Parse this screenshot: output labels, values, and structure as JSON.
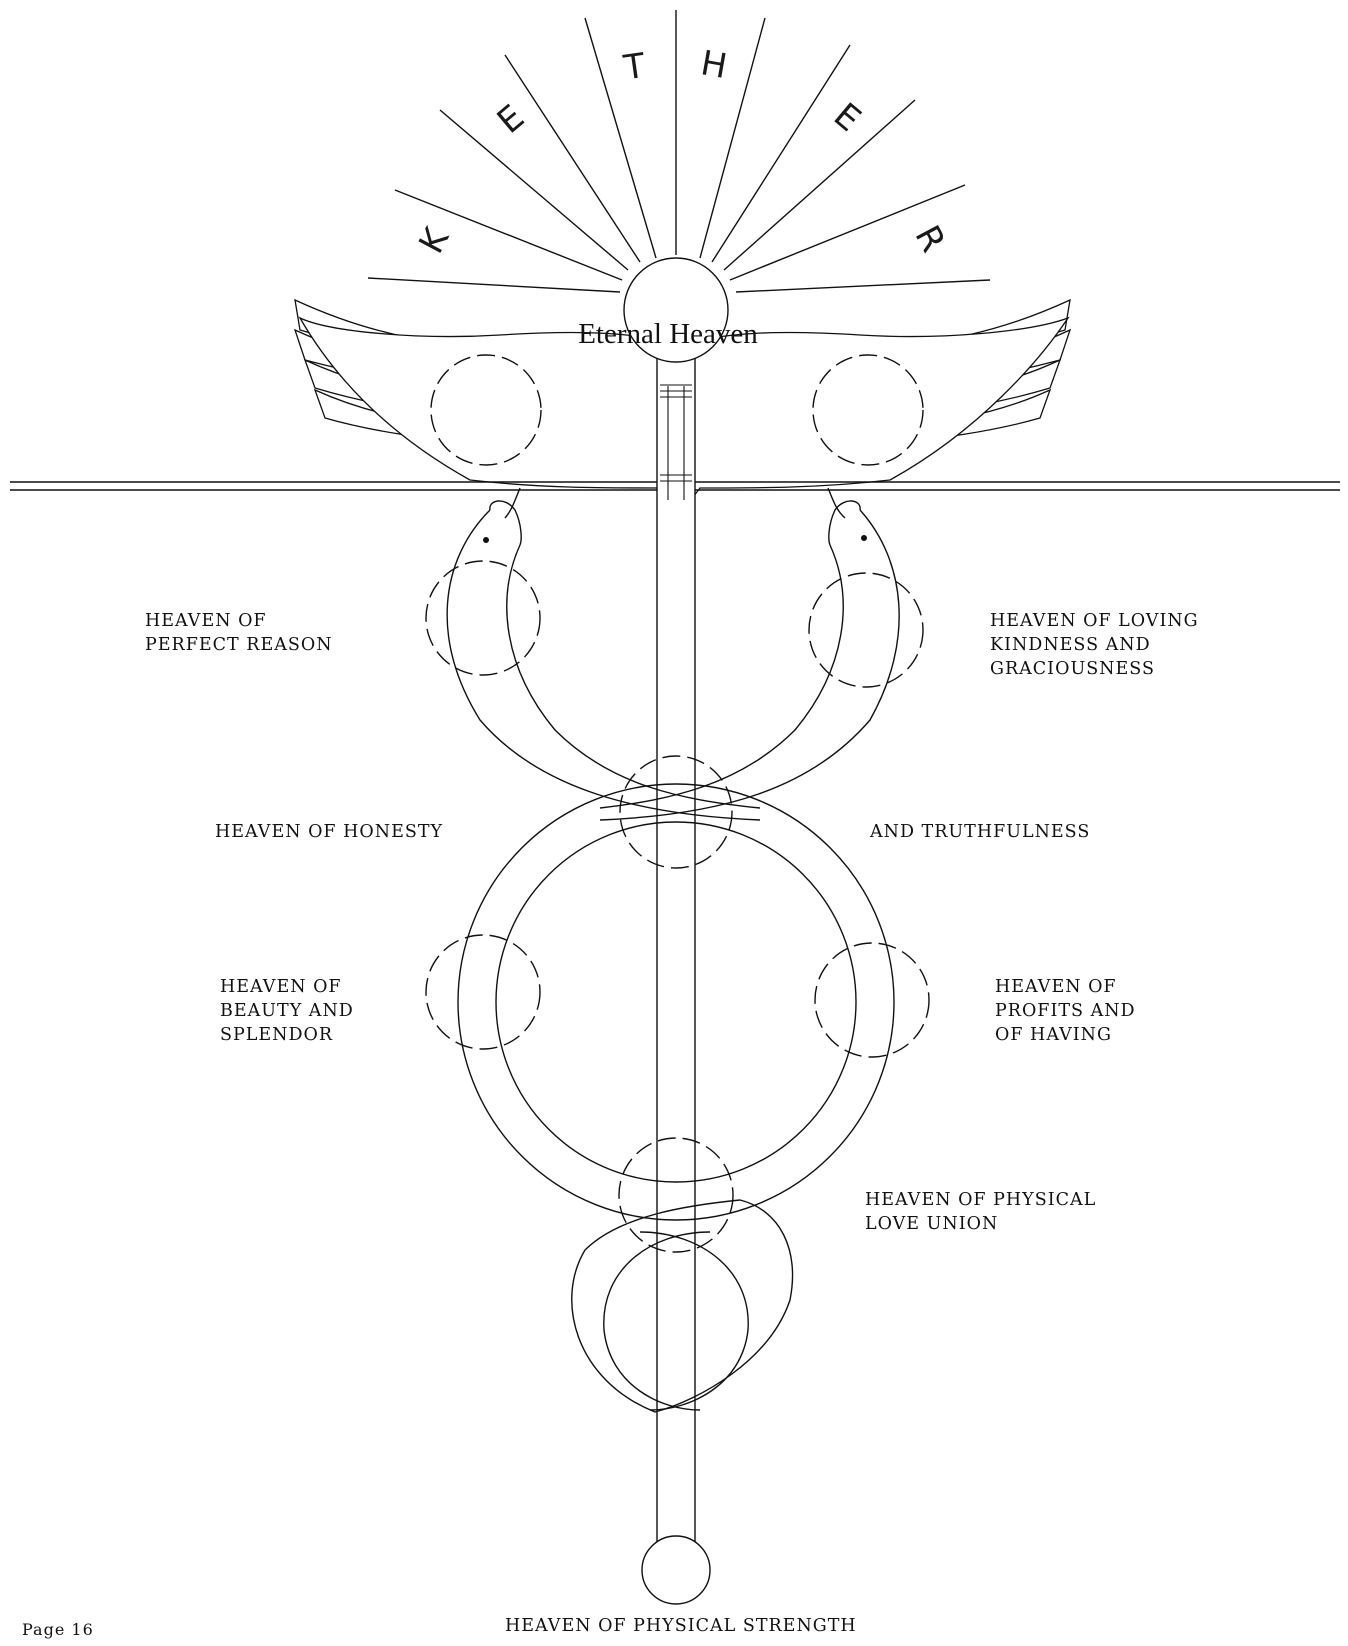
{
  "kether_letters": [
    "K",
    "E",
    "T",
    "H",
    "E",
    "R"
  ],
  "center_label": "Eternal Heaven",
  "labels": {
    "perfect_reason": "HEAVEN OF\nPERFECT REASON",
    "loving_kindness": "HEAVEN OF LOVING\nKINDNESS AND\nGRACIOUSNESS",
    "honesty": "HEAVEN OF HONESTY",
    "truthfulness": "AND TRUTHFULNESS",
    "beauty": "HEAVEN OF\nBEAUTY AND\nSPLENDOR",
    "profits": "HEAVEN OF\nPROFITS AND\nOF HAVING",
    "physical_love": "HEAVEN OF PHYSICAL\nLOVE UNION",
    "physical_strength": "HEAVEN OF PHYSICAL STRENGTH"
  },
  "page_number": "Page 16"
}
